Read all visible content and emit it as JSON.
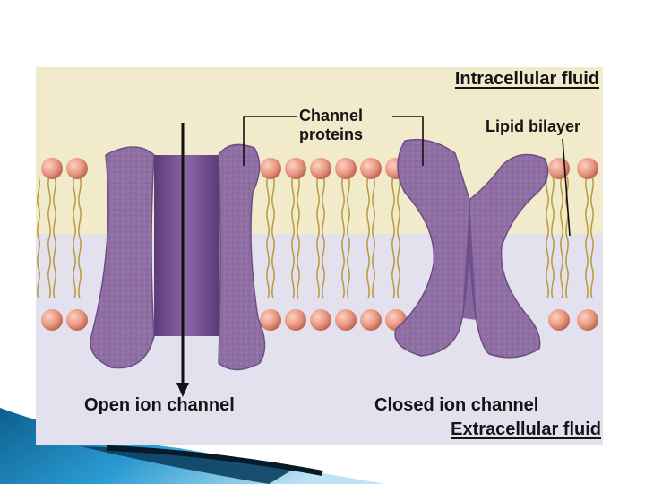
{
  "diagram": {
    "labels": {
      "intracellular": "Intracellular fluid",
      "extracellular": "Extracellular fluid",
      "channel_proteins_line1": "Channel",
      "channel_proteins_line2": "proteins",
      "lipid_bilayer": "Lipid bilayer",
      "open_channel": "Open ion channel",
      "closed_channel": "Closed ion channel"
    },
    "colors": {
      "intracellular_fluid": "#f1eacb",
      "extracellular_fluid": "#e3e1ee",
      "phospholipid_head": "#e9957f",
      "lipid_tail": "#b79b3e",
      "channel_protein": "#8e6ea3",
      "channel_pore": "#6d4a8a",
      "slide_accent": "#1f86c1"
    }
  }
}
